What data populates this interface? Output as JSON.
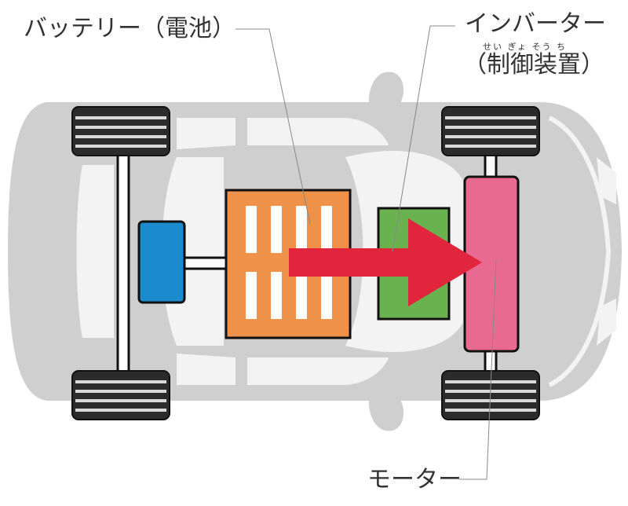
{
  "labels": {
    "battery": "バッテリー（電池）",
    "inverter": "インバーター",
    "inverter_sub": "（制御装置）",
    "inverter_ruby": "せい ぎょ そう ち",
    "motor": "モーター"
  },
  "colors": {
    "car_body": "#cfcfcf",
    "car_glass": "#f3f3f3",
    "tire": "#2b2b2b",
    "axle": "#ffffff",
    "controller_blue": "#1b8bce",
    "battery_orange": "#f0914a",
    "inverter_green": "#6ab150",
    "motor_pink": "#e86a92",
    "arrow_red": "#e0253d",
    "leader_line": "#888888"
  }
}
